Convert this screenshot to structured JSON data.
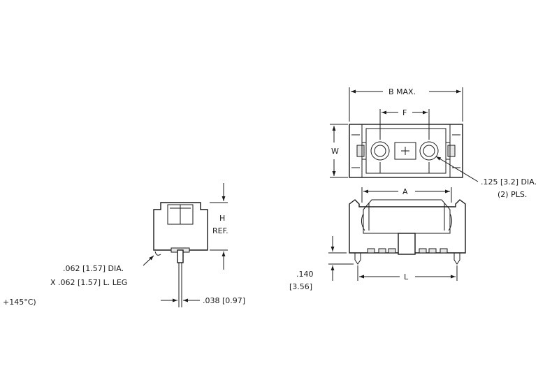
{
  "dimensions": {
    "b_max": "B MAX.",
    "f": "F",
    "w": "W",
    "a": "A",
    "l": "L",
    "h": "H",
    "ref": "REF.",
    "hole_dia": ".125 [3.2] DIA.",
    "hole_count": "(2) PLS.",
    "leg_dia": ".062 [1.57] DIA.",
    "leg_len": "X .062 [1.57] L. LEG",
    "leg_width": ".038 [0.97]",
    "standoff_in": ".140",
    "standoff_mm": "[3.56]",
    "temp_note": "+145°C)"
  },
  "colors": {
    "line": "#1a1a1a",
    "shade": "#e6e6e6",
    "background": "#ffffff"
  }
}
